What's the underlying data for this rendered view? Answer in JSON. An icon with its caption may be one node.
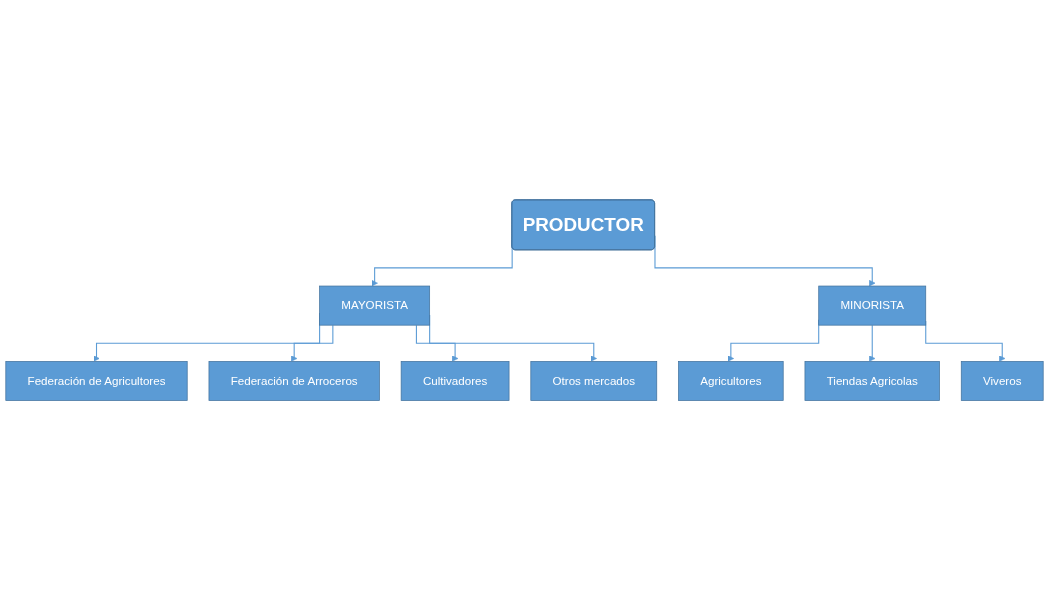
{
  "diagram": {
    "nodes": [
      {
        "text": [
          "PRODUCTOR"
        ]
      },
      {
        "text": [
          "MAYORISTA"
        ]
      },
      {
        "text": [
          "MINORISTA"
        ]
      },
      {
        "text": [
          "Federación de Agricultores"
        ]
      },
      {
        "text": [
          "Federación de Arroceros"
        ]
      },
      {
        "text": [
          "Cultivadores"
        ]
      },
      {
        "text": [
          "Otros mercados"
        ]
      },
      {
        "text": [
          "Agricultores"
        ]
      },
      {
        "text": [
          "Tiendas Agricolas"
        ]
      },
      {
        "text": [
          "Viveros"
        ]
      }
    ],
    "edges": [
      {
        "from": 0,
        "to": 1,
        "arrow": "to"
      },
      {
        "from": 0,
        "to": 2,
        "arrow": "to"
      },
      {
        "from": 1,
        "to": 3,
        "arrow": "to"
      },
      {
        "from": 1,
        "to": 4,
        "arrow": "to"
      },
      {
        "from": 1,
        "to": 5,
        "arrow": "to"
      },
      {
        "from": 1,
        "to": 6,
        "arrow": "to"
      },
      {
        "from": 2,
        "to": 7,
        "arrow": "to"
      },
      {
        "from": 2,
        "to": 8,
        "arrow": "to"
      },
      {
        "from": 2,
        "to": 9,
        "arrow": "to"
      }
    ]
  }
}
